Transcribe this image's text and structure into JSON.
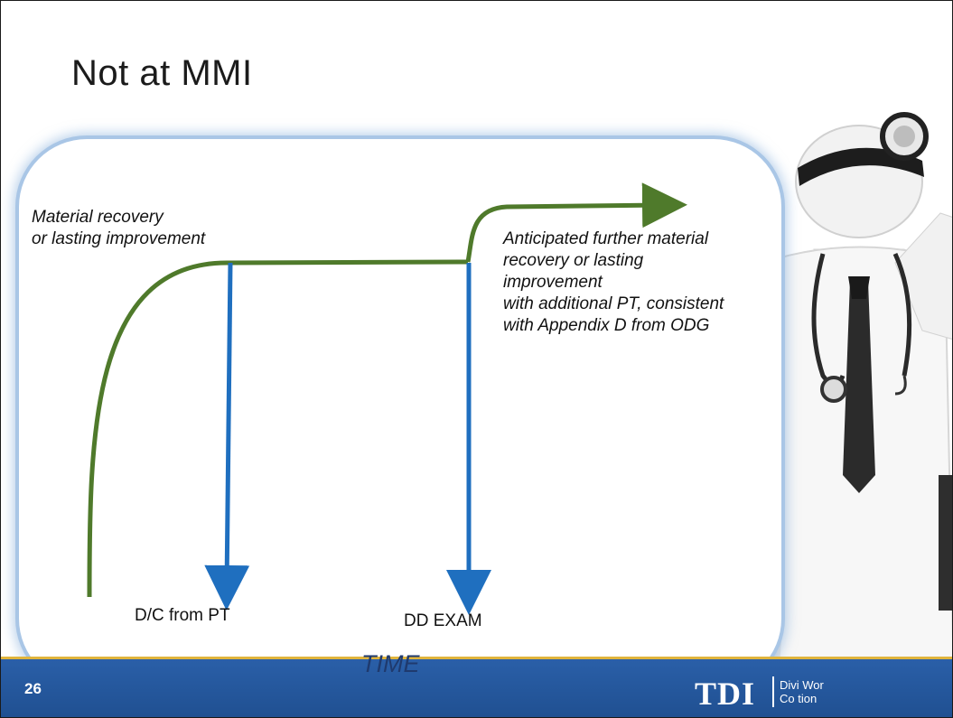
{
  "slide": {
    "title": "Not at MMI",
    "number": "26"
  },
  "footer": {
    "logo": "TDI",
    "org_line1": "Divi      Wor",
    "org_line2": "Co      tion"
  },
  "diagram": {
    "label_recovery_line1": "Material recovery",
    "label_recovery_line2": "or lasting improvement",
    "label_further": [
      "Anticipated further material",
      "recovery or lasting",
      "improvement",
      "with additional PT, consistent",
      "with Appendix D from ODG"
    ],
    "label_dc": "D/C from PT",
    "label_dd": "DD EXAM",
    "label_time": "TIME",
    "colors": {
      "curve": "#4f7a2b",
      "marker": "#1f6fbf",
      "panel_glow": "#a9c6e6",
      "footer": "#2a5fa8",
      "footer_accent": "#e0b43c"
    }
  },
  "illustration": {
    "icon": "doctor-figure-icon"
  }
}
